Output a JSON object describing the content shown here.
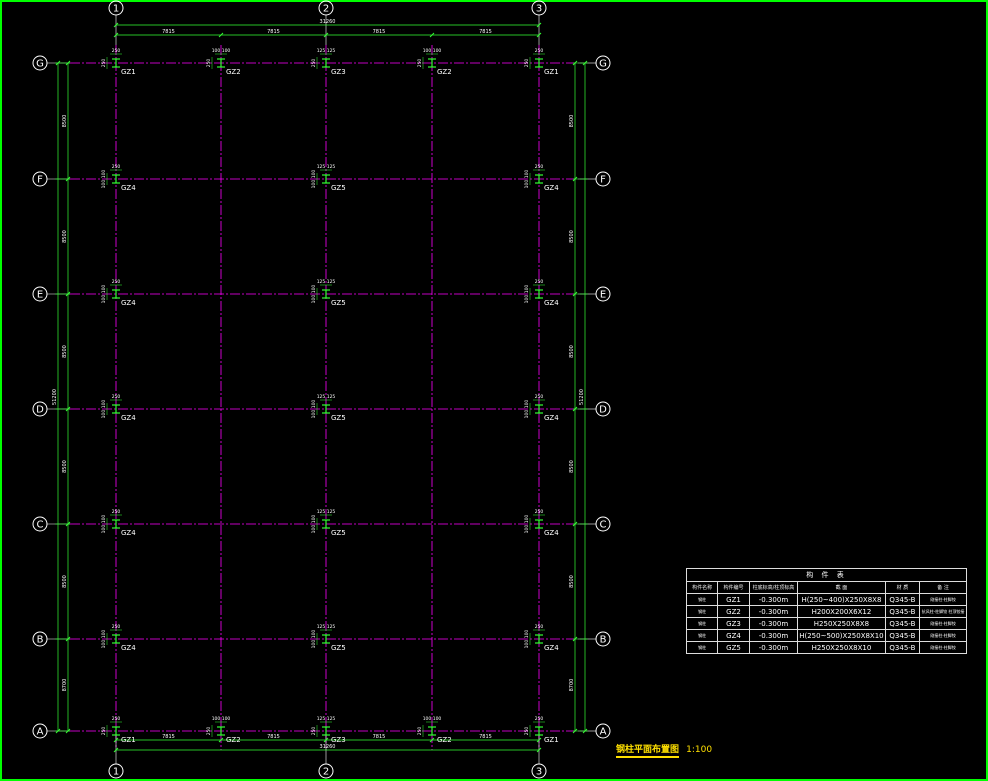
{
  "axes": {
    "columns": [
      "1",
      "2",
      "3"
    ],
    "rows": [
      "G",
      "F",
      "E",
      "D",
      "C",
      "B",
      "A"
    ]
  },
  "dimensions": {
    "top_bays": [
      "7815",
      "7815",
      "7815",
      "7815"
    ],
    "top_total": "31260",
    "bottom_bays": [
      "7815",
      "7815",
      "7815",
      "7815"
    ],
    "bottom_total": "31260",
    "left_bays": [
      "8500",
      "8500",
      "8500",
      "8500",
      "8500",
      "8700"
    ],
    "left_total": "51200",
    "right_bays": [
      "8500",
      "8500",
      "8500",
      "8500",
      "8500",
      "8700"
    ],
    "right_total": "51200"
  },
  "columns_placement": [
    {
      "row": "G",
      "items": [
        {
          "pos": 0,
          "tag": "GZ1",
          "top": "250",
          "side": "250"
        },
        {
          "pos": 1,
          "tag": "GZ2",
          "top": "100 100",
          "side": "250"
        },
        {
          "pos": 2,
          "tag": "GZ3",
          "top": "125 125",
          "side": "250"
        },
        {
          "pos": 3,
          "tag": "GZ2",
          "top": "100 100",
          "side": "250"
        },
        {
          "pos": 4,
          "tag": "GZ1",
          "top": "250",
          "side": "250"
        }
      ]
    },
    {
      "row": "F",
      "items": [
        {
          "pos": 0,
          "tag": "GZ4",
          "top": "250",
          "side": "100 100"
        },
        {
          "pos": 2,
          "tag": "GZ5",
          "top": "125 125",
          "side": "100 100"
        },
        {
          "pos": 4,
          "tag": "GZ4",
          "top": "250",
          "side": "100 100"
        }
      ]
    },
    {
      "row": "E",
      "items": [
        {
          "pos": 0,
          "tag": "GZ4",
          "top": "250",
          "side": "100 100"
        },
        {
          "pos": 2,
          "tag": "GZ5",
          "top": "125 125",
          "side": "100 100"
        },
        {
          "pos": 4,
          "tag": "GZ4",
          "top": "250",
          "side": "100 100"
        }
      ]
    },
    {
      "row": "D",
      "items": [
        {
          "pos": 0,
          "tag": "GZ4",
          "top": "250",
          "side": "100 100"
        },
        {
          "pos": 2,
          "tag": "GZ5",
          "top": "125 125",
          "side": "100 100"
        },
        {
          "pos": 4,
          "tag": "GZ4",
          "top": "250",
          "side": "100 100"
        }
      ]
    },
    {
      "row": "C",
      "items": [
        {
          "pos": 0,
          "tag": "GZ4",
          "top": "250",
          "side": "100 100"
        },
        {
          "pos": 2,
          "tag": "GZ5",
          "top": "125 125",
          "side": "100 100"
        },
        {
          "pos": 4,
          "tag": "GZ4",
          "top": "250",
          "side": "100 100"
        }
      ]
    },
    {
      "row": "B",
      "items": [
        {
          "pos": 0,
          "tag": "GZ4",
          "top": "250",
          "side": "100 100"
        },
        {
          "pos": 2,
          "tag": "GZ5",
          "top": "125 125",
          "side": "100 100"
        },
        {
          "pos": 4,
          "tag": "GZ4",
          "top": "250",
          "side": "100 100"
        }
      ]
    },
    {
      "row": "A",
      "items": [
        {
          "pos": 0,
          "tag": "GZ1",
          "top": "250",
          "side": "250"
        },
        {
          "pos": 1,
          "tag": "GZ2",
          "top": "100 100",
          "side": "250"
        },
        {
          "pos": 2,
          "tag": "GZ3",
          "top": "125 125",
          "side": "250"
        },
        {
          "pos": 3,
          "tag": "GZ2",
          "top": "100 100",
          "side": "250"
        },
        {
          "pos": 4,
          "tag": "GZ1",
          "top": "250",
          "side": "250"
        }
      ]
    }
  ],
  "table": {
    "title": "构 件 表",
    "headers": [
      "构件名称",
      "构件编号",
      "柱底标高/柱顶标高",
      "截 面",
      "材 质",
      "备 注"
    ],
    "rows": [
      {
        "name": "钢柱",
        "code": "GZ1",
        "elev": "-0.300m",
        "section": "H(250~400)X250X8X8",
        "material": "Q345-B",
        "note": "刚接柱-柱脚铰"
      },
      {
        "name": "钢柱",
        "code": "GZ2",
        "elev": "-0.300m",
        "section": "H200X200X6X12",
        "material": "Q345-B",
        "note": "抗风柱-柱脚铰 柱顶铰接"
      },
      {
        "name": "钢柱",
        "code": "GZ3",
        "elev": "-0.300m",
        "section": "H250X250X8X8",
        "material": "Q345-B",
        "note": "刚接柱-柱脚铰"
      },
      {
        "name": "钢柱",
        "code": "GZ4",
        "elev": "-0.300m",
        "section": "H(250~500)X250X8X10",
        "material": "Q345-B",
        "note": "刚接柱-柱脚铰"
      },
      {
        "name": "钢柱",
        "code": "GZ5",
        "elev": "-0.300m",
        "section": "H250X250X8X10",
        "material": "Q345-B",
        "note": "刚接柱-柱脚铰"
      }
    ]
  },
  "caption": {
    "title": "钢柱平面布置图",
    "scale": "1:100"
  },
  "colors": {
    "background": "#000000",
    "grid_line": "#ff00ff",
    "dimension": "#33ff33",
    "axis_bubble": "#ffffff",
    "text": "#ffffff",
    "caption": "#ffe000",
    "frame": "#00ff00"
  }
}
